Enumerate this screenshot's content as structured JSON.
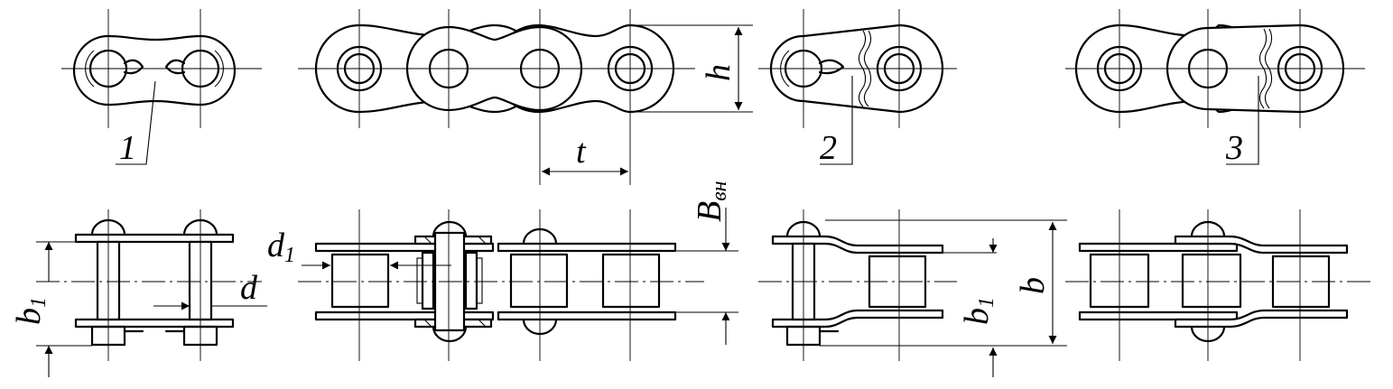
{
  "callouts": {
    "one": "1",
    "two": "2",
    "three": "3"
  },
  "dimensions": {
    "h": "h",
    "t": "t",
    "b_main": "b",
    "b_sub": "1",
    "b_total": "b",
    "b1_right_main": "b",
    "b1_right_sub": "1",
    "d": "d",
    "d1_main": "d",
    "d1_sub": "1",
    "bvn_main": "B",
    "bvn_sub": "вн"
  }
}
